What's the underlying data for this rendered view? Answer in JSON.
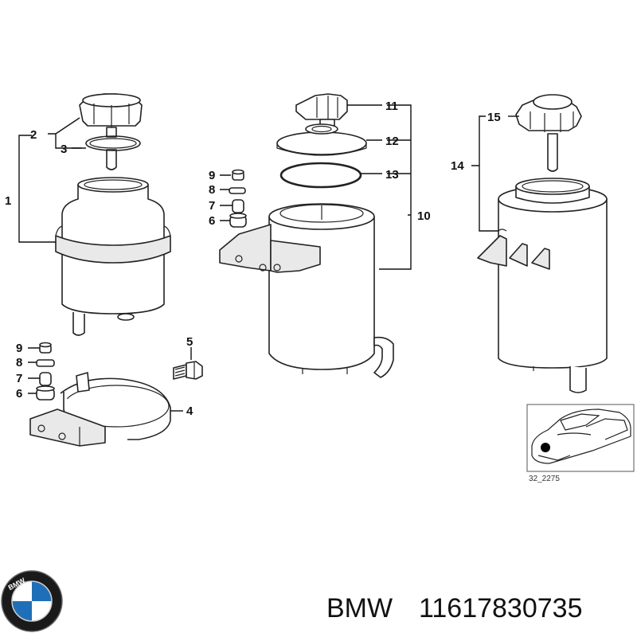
{
  "callouts": {
    "c1": "1",
    "c2": "2",
    "c3": "3",
    "c4": "4",
    "c5": "5",
    "c6a": "6",
    "c7a": "7",
    "c8a": "8",
    "c9a": "9",
    "c6b": "6",
    "c7b": "7",
    "c8b": "8",
    "c9b": "9",
    "c10": "10",
    "c11": "11",
    "c12": "12",
    "c13": "13",
    "c14": "14",
    "c15": "15"
  },
  "reference_code": "32_2275",
  "logo": {
    "text": "BMW",
    "colors": {
      "blue": "#1f6fb8",
      "white": "#ffffff",
      "ring": "#1a1a1a"
    }
  },
  "footer": {
    "brand": "BMW",
    "part_number": "11617830735"
  }
}
